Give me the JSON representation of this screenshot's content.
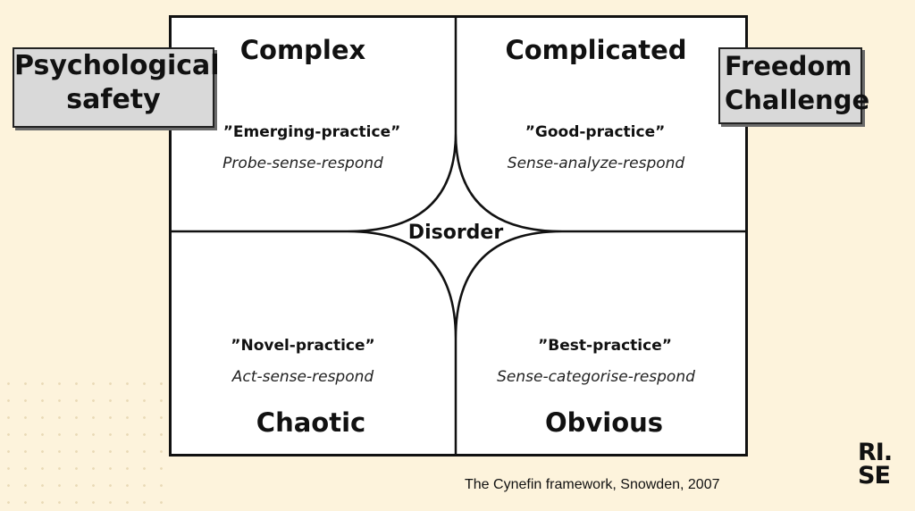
{
  "framework": {
    "domains": [
      {
        "id": "complex",
        "name": "Complex",
        "practice": "”Emerging-practice”",
        "approach": "Probe-sense-respond"
      },
      {
        "id": "complicated",
        "name": "Complicated",
        "practice": "”Good-practice”",
        "approach": "Sense-analyze-respond"
      },
      {
        "id": "chaotic",
        "name": "Chaotic",
        "practice": "”Novel-practice”",
        "approach": "Act-sense-respond"
      },
      {
        "id": "obvious",
        "name": "Obvious",
        "practice": "”Best-practice”",
        "approach": "Sense-categorise-respond"
      }
    ],
    "center": "Disorder"
  },
  "side_boxes": {
    "left": {
      "lines": [
        "Psychological",
        "safety"
      ]
    },
    "right": {
      "lines": [
        "Freedom",
        "Challenge"
      ]
    }
  },
  "citation": "The Cynefin framework, Snowden, 2007",
  "logo": {
    "lines": [
      "RI.",
      "SE"
    ]
  }
}
